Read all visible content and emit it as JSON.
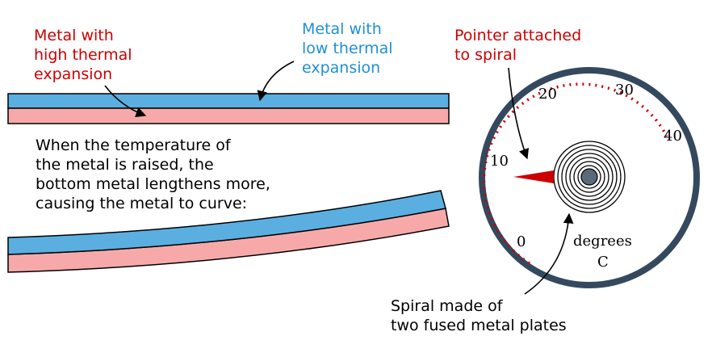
{
  "labels": {
    "high_expansion": [
      "Metal with",
      "high thermal",
      "expansion"
    ],
    "low_expansion": [
      "Metal with",
      "low thermal",
      "expansion"
    ],
    "explanation": [
      "When the temperature of",
      "the metal is raised, the",
      "bottom metal lengthens more,",
      "causing the metal to curve:"
    ],
    "pointer": [
      "Pointer attached",
      "to spiral"
    ],
    "spiral": [
      "Spiral made of",
      "two fused metal plates"
    ],
    "dial_unit": [
      "degrees",
      "C"
    ]
  },
  "dial_ticks": [
    "0",
    "10",
    "20",
    "30",
    "40"
  ],
  "colors": {
    "red_text": "#cc0000",
    "blue_text": "#1f8fd6",
    "top_metal": "#5aafe0",
    "bottom_metal": "#f7a9a9",
    "dial_ring": "#34495e",
    "scale_dots": "#cc0000",
    "pointer": "#cc0000"
  }
}
